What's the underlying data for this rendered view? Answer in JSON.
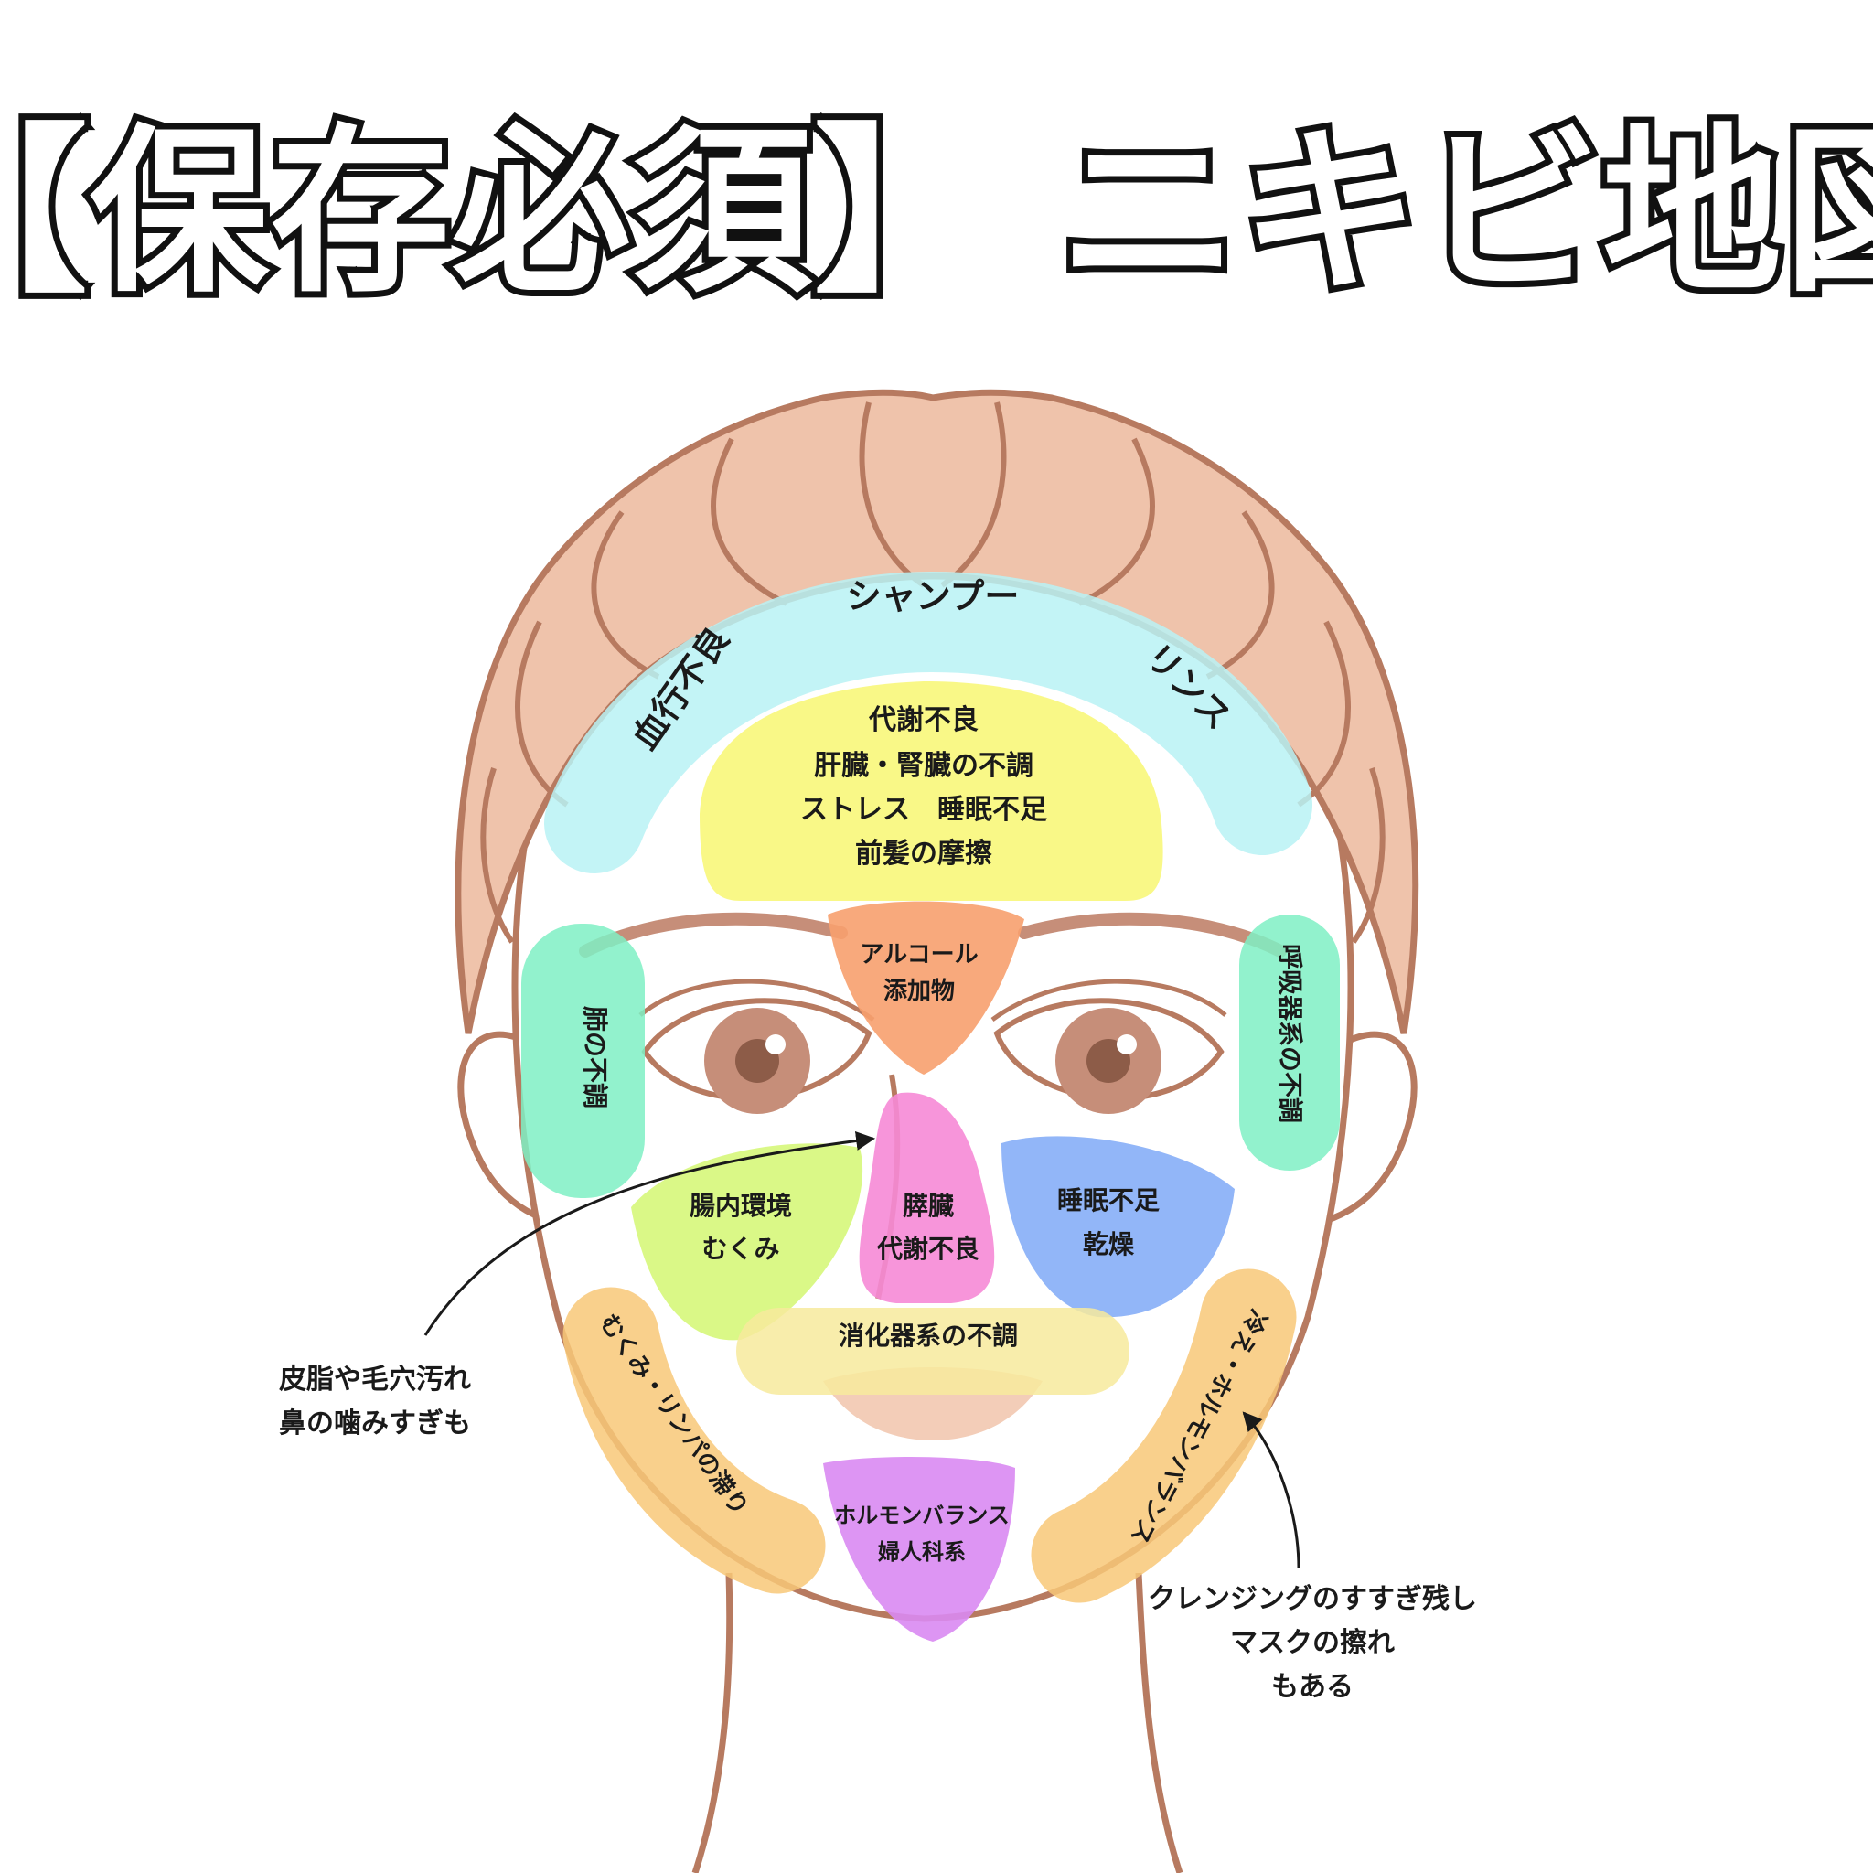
{
  "title": "【保存必須】 ニキビ地図",
  "zones": {
    "hairline": {
      "top": "シャンプー",
      "left": "血行不良",
      "right": "リンス",
      "color": "#b8f2f4"
    },
    "forehead": {
      "lines": [
        "代謝不良",
        "肝臓・腎臓の不調",
        "ストレス　睡眠不足",
        "前髪の摩擦"
      ],
      "color": "#f8f77a"
    },
    "glabella": {
      "lines": [
        "アルコール",
        "添加物"
      ],
      "color": "#f7a06e"
    },
    "temple_left": {
      "text": "肺の不調",
      "color": "#7ff0c4"
    },
    "temple_right": {
      "text": "呼吸器系の不調",
      "color": "#7ff0c4"
    },
    "cheek_left": {
      "lines": [
        "腸内環境",
        "むくみ"
      ],
      "color": "#d6f77a"
    },
    "nose": {
      "lines": [
        "膵臓",
        "代謝不良"
      ],
      "color": "#f68ad6"
    },
    "cheek_right": {
      "lines": [
        "睡眠不足",
        "乾燥"
      ],
      "color": "#86aef7"
    },
    "mouth": {
      "text": "消化器系の不調",
      "color": "#f7ea9c"
    },
    "jaw_left": {
      "text": "むくみ・リンパの滞り",
      "color": "#f8c878"
    },
    "jaw_right": {
      "text": "冷え・ホルモンバランス",
      "color": "#f8c878"
    },
    "chin": {
      "lines": [
        "ホルモンバランス",
        "婦人科系"
      ],
      "color": "#d98af2"
    }
  },
  "notes": {
    "nose_note": [
      "皮脂や毛穴汚れ",
      "鼻の噛みすぎも"
    ],
    "jaw_note": [
      "クレンジングのすすぎ残し",
      "マスクの擦れ",
      "もある"
    ]
  },
  "colors": {
    "skin_outline": "#b77a60",
    "hair": "#efc3ab",
    "lips": "#f3cdb8",
    "iris": "#c68e79"
  }
}
